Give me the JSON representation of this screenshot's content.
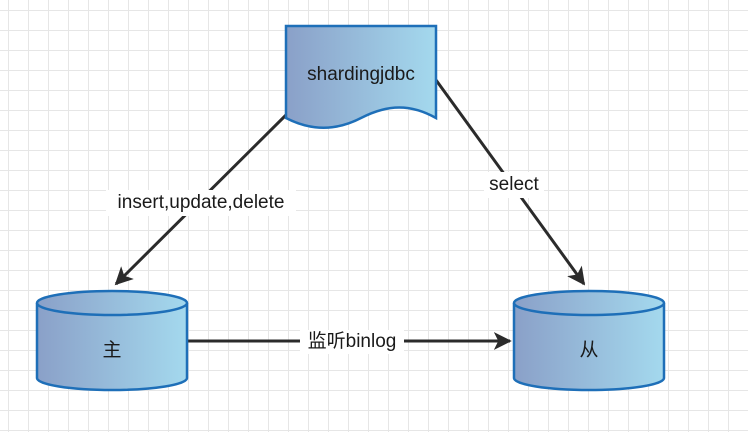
{
  "diagram": {
    "nodes": {
      "sharding": {
        "label": "shardingjdbc",
        "shape": "document"
      },
      "master": {
        "label": "主",
        "shape": "cylinder"
      },
      "slave": {
        "label": "从",
        "shape": "cylinder"
      }
    },
    "edges": {
      "write": {
        "label": "insert,update,delete",
        "from": "shardingjdbc",
        "to": "主"
      },
      "read": {
        "label": "select",
        "from": "shardingjdbc",
        "to": "从"
      },
      "sync": {
        "label": "监听binlog",
        "from": "主",
        "to": "从"
      }
    }
  },
  "colors": {
    "fill_start": "#8aa0c8",
    "fill_end": "#a4d9ee",
    "stroke": "#1e6fb8",
    "edge": "#2b2b2b",
    "grid": "#e6e6e6"
  }
}
